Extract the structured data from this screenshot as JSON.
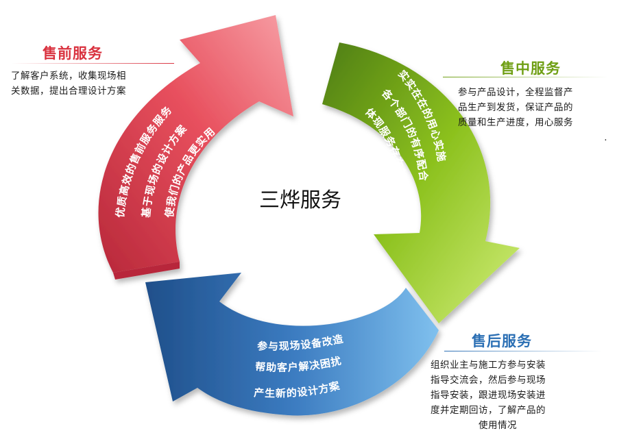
{
  "center": {
    "title": "三烨服务"
  },
  "pre_sale": {
    "title": "售前服务",
    "description": [
      "了解客户系统，收集现场相",
      "关数据，提出合理设计方案"
    ],
    "arrow_text": [
      "优质高效的售前服务服务",
      "基于现场的设计方案",
      "使我们的产品更实用"
    ]
  },
  "in_sale": {
    "title": "售中服务",
    "description": [
      "参与产品设计，全程监督产",
      "品生产到发货，保证产品的",
      "质量和生产进度，用心服务",
      "."
    ],
    "arrow_text": [
      "实实在在的用心实施",
      "各个部门的有序配合",
      "体现服务存在的价值"
    ]
  },
  "post_sale": {
    "title": "售后服务",
    "description": [
      "组织业主与施工方参与安装",
      "指导交流会，然后参与现场",
      "指导安装，跟进现场安装进",
      "度并定期回访，了解产品的",
      "使用情况"
    ],
    "arrow_text": [
      "参与现场设备改造",
      "帮助客户解决困扰",
      "产生新的设计方案"
    ]
  },
  "colors": {
    "red": "#e8505e",
    "red_light": "#f7a0a6",
    "red_dark": "#b8283a",
    "green": "#8dc21f",
    "green_light": "#d2ee7a",
    "green_dark": "#4e7d12",
    "blue": "#3b7bc0",
    "blue_light": "#7fc0ee",
    "blue_dark": "#1f4f8a",
    "title_red": "#d9323f",
    "title_green": "#6f9f14",
    "title_blue": "#2b6fb4"
  }
}
